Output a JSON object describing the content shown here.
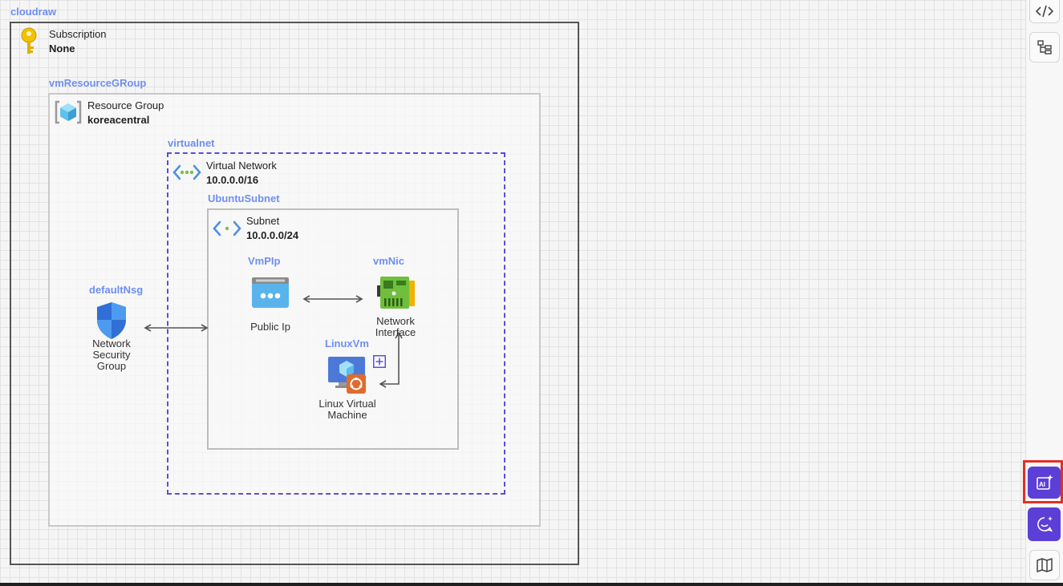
{
  "canvas": {
    "label": "cloudraw"
  },
  "subscription": {
    "title": "Subscription",
    "value": "None"
  },
  "resource_group": {
    "label": "vmResourceGRoup",
    "title": "Resource Group",
    "value": "koreacentral"
  },
  "virtual_network": {
    "label": "virtualnet",
    "title": "Virtual Network",
    "value": "10.0.0.0/16"
  },
  "subnet": {
    "label": "UbuntuSubnet",
    "title": "Subnet",
    "value": "10.0.0.0/24"
  },
  "nodes": {
    "nsg": {
      "label": "defaultNsg",
      "caption_lines": [
        "Network",
        "Security",
        "Group"
      ]
    },
    "public_ip": {
      "label": "VmPIp",
      "caption_lines": [
        "Public Ip"
      ]
    },
    "nic": {
      "label": "vmNic",
      "caption_lines": [
        "Network",
        "Interface"
      ]
    },
    "vm": {
      "label": "LinuxVm",
      "caption_lines": [
        "Linux Virtual",
        "Machine"
      ]
    }
  },
  "colors": {
    "label_blue": "#6f8ef0",
    "dashed_border": "#5b4fd6",
    "ai_button": "#5b3fd6",
    "highlight": "#e0302a"
  },
  "toolbar": {
    "icons": [
      "code-icon",
      "tree-icon",
      "ai-image-icon",
      "ai-chat-icon",
      "map-icon"
    ]
  }
}
